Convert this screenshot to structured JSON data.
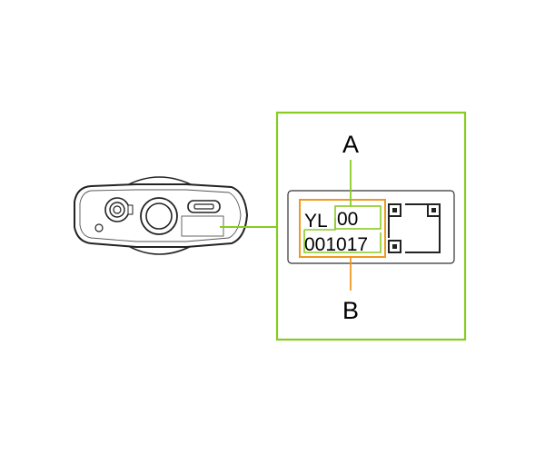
{
  "callouts": {
    "a": "A",
    "b": "B"
  },
  "serial_label": {
    "line1_prefix": "YL",
    "line1_suffix": "00",
    "line2": "001017"
  },
  "colors": {
    "highlight_green": "#88cc22",
    "highlight_orange": "#ee9922",
    "outline": "#222222"
  },
  "icons": [
    "camera-body-icon",
    "lens-icon",
    "usb-port-icon",
    "qr-code-icon"
  ]
}
